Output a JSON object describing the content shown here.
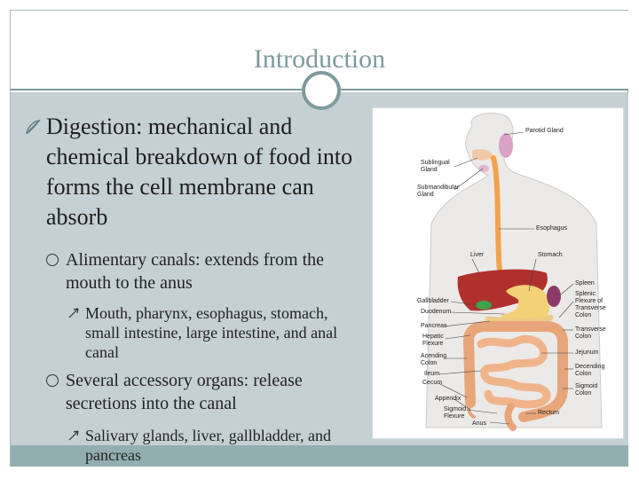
{
  "slide": {
    "title": "Introduction",
    "bullets": {
      "main": "Digestion: mechanical and chemical breakdown of food into forms the cell membrane can absorb",
      "sub1": "Alimentary canals: extends from the mouth to the anus",
      "sub1_detail": "Mouth, pharynx, esophagus, stomach, small intestine, large intestine, and anal canal",
      "sub2": "Several accessory organs: release secretions into the canal",
      "sub2_detail": "Salivary glands, liver, gallbladder, and pancreas"
    }
  },
  "figure": {
    "labels": {
      "parotid": "Parotid Gland",
      "sublingual": "Sublingual\nGland",
      "submandibular": "Submandibular\nGland",
      "esophagus": "Esophagus",
      "liver": "Liver",
      "stomach": "Stomach",
      "spleen": "Spleen",
      "splenic_flexure": "Splenic\nFlexure of\nTransverse\nColon",
      "gallbladder": "Gallbladder",
      "duodenum": "Duodenum",
      "pancreas": "Pancreas",
      "hepatic_flexure": "Hepatic\nFlexure",
      "ascending_colon": "Acending\nColon",
      "ileum": "Ileum",
      "cecum": "Cecum",
      "appendix": "Appendix",
      "sigmoid_flexure": "Sigmoid\nFlexure",
      "anus": "Anus",
      "rectum": "Rectum",
      "transverse_colon": "Transverse\nColon",
      "jejunum": "Jejunum",
      "descending_colon": "Decending\nColon",
      "sigmoid_colon": "Sigmoid\nColon"
    }
  },
  "colors": {
    "accent": "#7e9a9c",
    "content_bg": "#c5d0d4",
    "footer_bg": "#93aeb0"
  }
}
